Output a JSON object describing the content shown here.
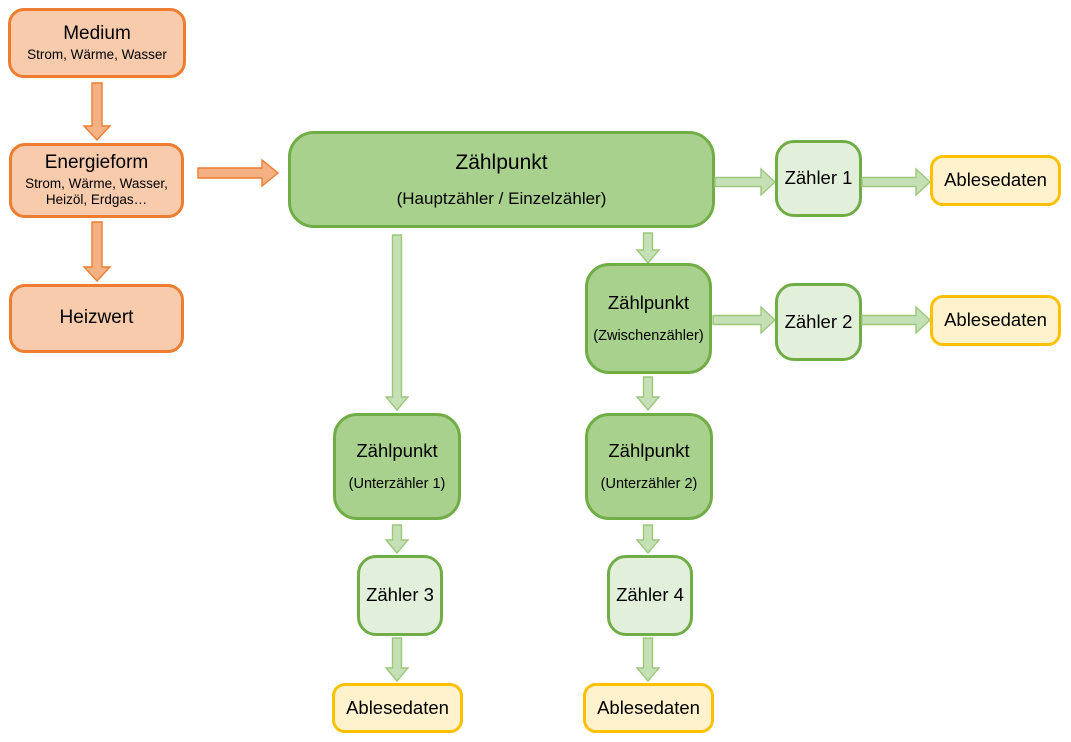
{
  "background": "#FFFFFF",
  "colors": {
    "orange_fill": "#F8CBAD",
    "orange_border": "#ED7D31",
    "orange_arrow_fill": "#F4B183",
    "green_fill": "#A9D18E",
    "green_border": "#70AD47",
    "lightgreen_fill": "#E2EFDA",
    "green_arrow_fill": "#C5E0B4",
    "green_arrow_border": "#9CC77D",
    "yellow_fill": "#FFF2CC",
    "yellow_border": "#FFC000"
  },
  "diagram": {
    "nodes": {
      "medium": {
        "title": "Medium",
        "subtitle": "Strom, Wärme, Wasser"
      },
      "energieform": {
        "title": "Energieform",
        "subtitle": "Strom, Wärme, Wasser, Heizöl, Erdgas…"
      },
      "heizwert": {
        "title": "Heizwert"
      },
      "zaehlpunkt_haupt": {
        "title": "Zählpunkt",
        "subtitle": "(Hauptzähler / Einzelzähler)"
      },
      "zaehlpunkt_zwischen": {
        "title": "Zählpunkt",
        "subtitle": "(Zwischenzähler)"
      },
      "zaehlpunkt_unter1": {
        "title": "Zählpunkt",
        "subtitle": "(Unterzähler 1)"
      },
      "zaehlpunkt_unter2": {
        "title": "Zählpunkt",
        "subtitle": "(Unterzähler 2)"
      },
      "zaehler1": {
        "label": "Zähler 1"
      },
      "zaehler2": {
        "label": "Zähler 2"
      },
      "zaehler3": {
        "label": "Zähler 3"
      },
      "zaehler4": {
        "label": "Zähler 4"
      },
      "ablesedaten1": {
        "label": "Ablesedaten"
      },
      "ablesedaten2": {
        "label": "Ablesedaten"
      },
      "ablesedaten3": {
        "label": "Ablesedaten"
      },
      "ablesedaten4": {
        "label": "Ablesedaten"
      }
    }
  }
}
